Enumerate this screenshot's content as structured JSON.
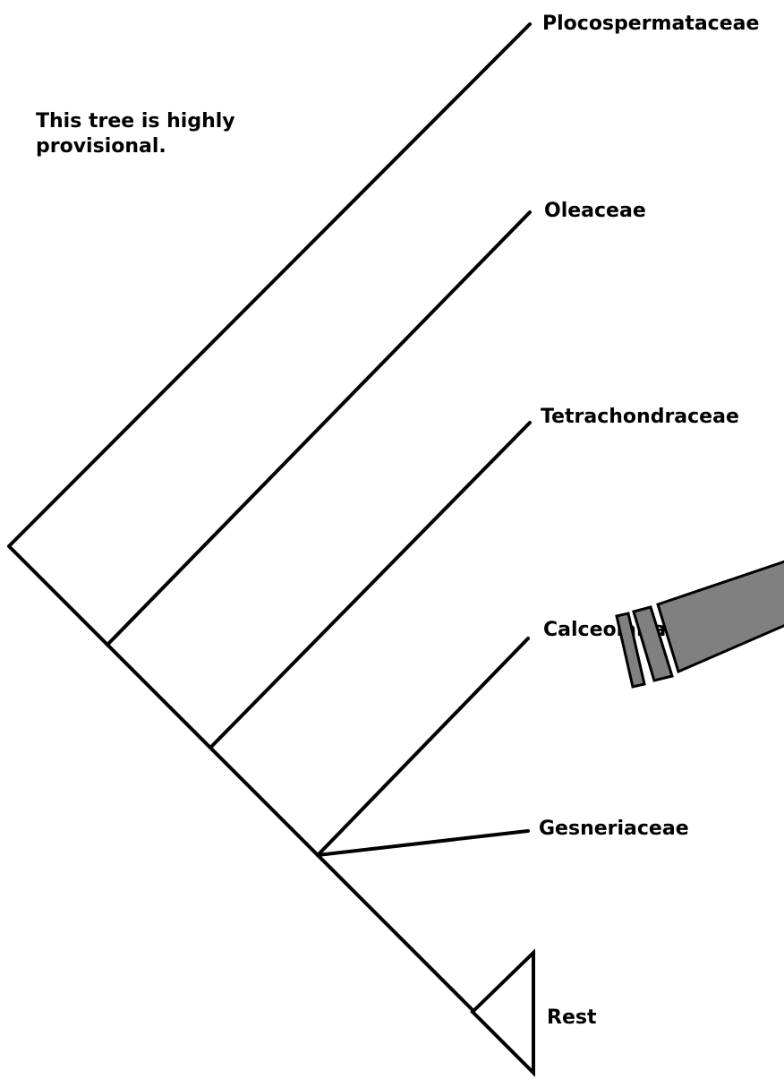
{
  "note": {
    "line1": "This tree is highly",
    "line2": "provisional."
  },
  "taxa": [
    "Plocospermataceae",
    "Oleaceae",
    "Tetrachondraceae",
    "Calceolariaceae",
    "Gesneriaceae",
    "Rest"
  ],
  "colors": {
    "lines": "#000000",
    "background": "#ffffff",
    "pencil": "#808080"
  }
}
